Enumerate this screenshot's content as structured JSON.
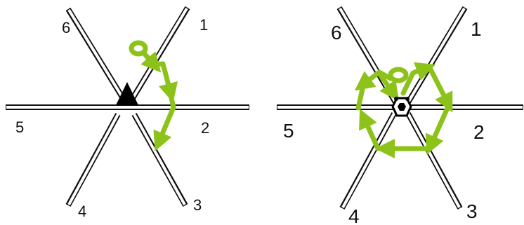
{
  "colors": {
    "arrow": "#8cc21a",
    "line": "#111111",
    "marker": "#000000",
    "background": "#ffffff"
  },
  "left_panel": {
    "labels": {
      "l1": "1",
      "l2": "2",
      "l3": "3",
      "l4": "4",
      "l5": "5",
      "l6": "6"
    }
  },
  "right_panel": {
    "labels": {
      "l1": "1",
      "l2": "2",
      "l3": "3",
      "l4": "4",
      "l5": "5",
      "l6": "6"
    }
  }
}
